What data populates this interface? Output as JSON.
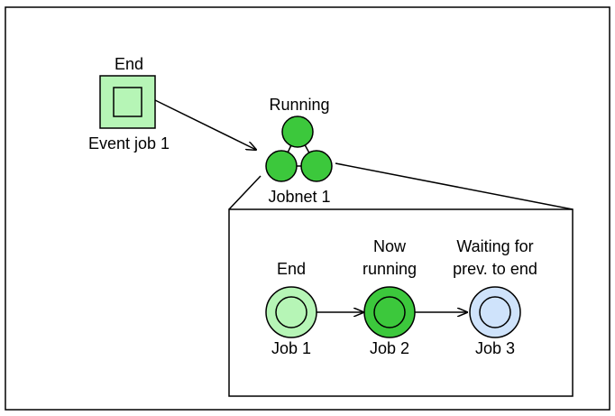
{
  "colors": {
    "end_fill": "#b6f5b6",
    "running_fill": "#3cc83c",
    "waiting_fill": "#cfe3fb",
    "stroke": "#000000",
    "background": "#ffffff"
  },
  "event_job": {
    "status": "End",
    "label": "Event job 1",
    "icon": "event-job-icon"
  },
  "jobnet": {
    "status": "Running",
    "label": "Jobnet 1",
    "icon": "jobnet-icon"
  },
  "detail": {
    "jobs": [
      {
        "status_lines": [
          "End"
        ],
        "label": "Job 1",
        "state": "end"
      },
      {
        "status_lines": [
          "Now",
          "running"
        ],
        "label": "Job 2",
        "state": "running"
      },
      {
        "status_lines": [
          "Waiting for",
          "prev. to end"
        ],
        "label": "Job 3",
        "state": "waiting"
      }
    ]
  }
}
